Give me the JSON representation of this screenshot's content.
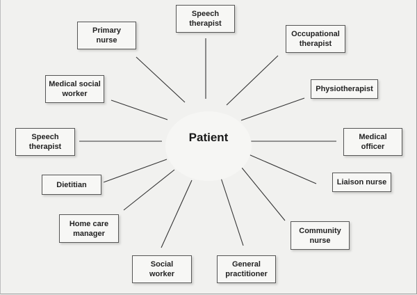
{
  "diagram": {
    "center": "Patient",
    "nodes": [
      {
        "id": "speech-therapist-top",
        "label": "Speech\ntherapist"
      },
      {
        "id": "primary-nurse",
        "label": "Primary\nnurse"
      },
      {
        "id": "occupational-therapist",
        "label": "Occupational\ntherapist"
      },
      {
        "id": "medical-social-worker",
        "label": "Medical social\nworker"
      },
      {
        "id": "physiotherapist",
        "label": "Physiotherapist"
      },
      {
        "id": "speech-therapist-left",
        "label": "Speech\ntherapist"
      },
      {
        "id": "medical-officer",
        "label": "Medical\nofficer"
      },
      {
        "id": "dietitian",
        "label": "Dietitian"
      },
      {
        "id": "liaison-nurse",
        "label": "Liaison nurse"
      },
      {
        "id": "home-care-manager",
        "label": "Home care\nmanager"
      },
      {
        "id": "community-nurse",
        "label": "Community\nnurse"
      },
      {
        "id": "social-worker",
        "label": "Social\nworker"
      },
      {
        "id": "general-practitioner",
        "label": "General\npractitioner"
      }
    ],
    "edges": [
      [
        "Patient",
        "speech-therapist-top"
      ],
      [
        "Patient",
        "primary-nurse"
      ],
      [
        "Patient",
        "occupational-therapist"
      ],
      [
        "Patient",
        "medical-social-worker"
      ],
      [
        "Patient",
        "physiotherapist"
      ],
      [
        "Patient",
        "speech-therapist-left"
      ],
      [
        "Patient",
        "medical-officer"
      ],
      [
        "Patient",
        "dietitian"
      ],
      [
        "Patient",
        "liaison-nurse"
      ],
      [
        "Patient",
        "home-care-manager"
      ],
      [
        "Patient",
        "community-nurse"
      ],
      [
        "Patient",
        "social-worker"
      ],
      [
        "Patient",
        "general-practitioner"
      ]
    ]
  }
}
